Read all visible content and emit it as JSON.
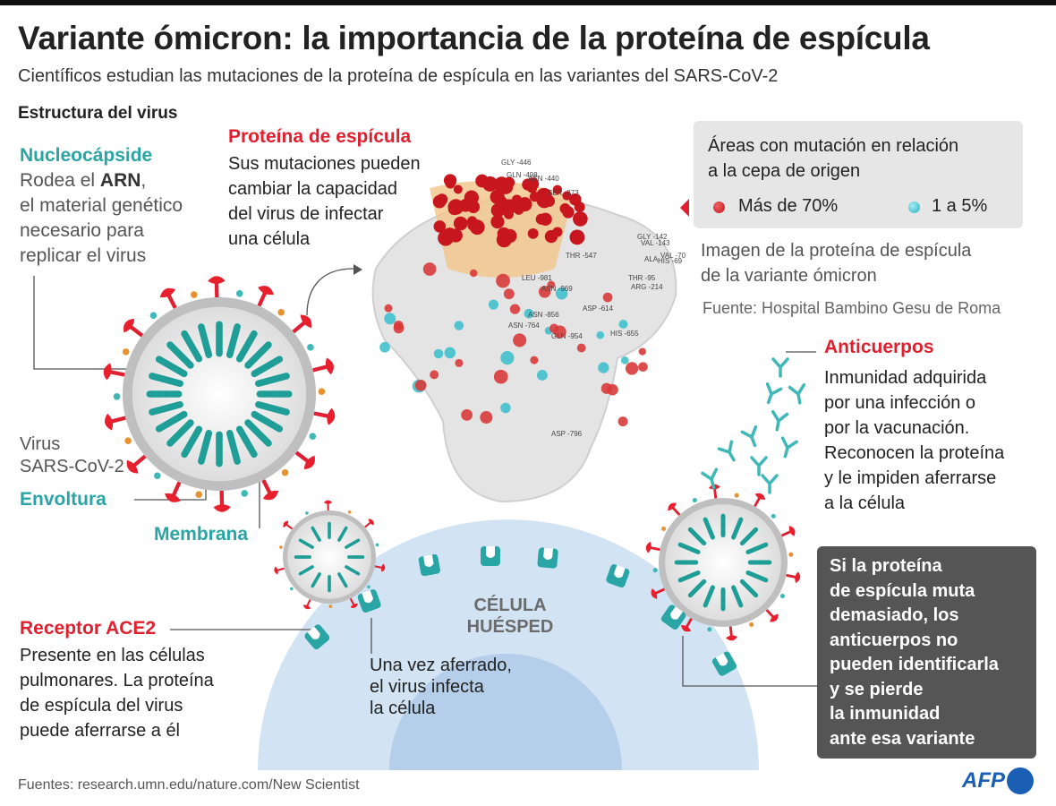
{
  "header": {
    "title": "Variante ómicron: la importancia de la proteína de espícula",
    "subtitle": "Científicos estudian las mutaciones de la proteína de espícula en las variantes del SARS-CoV-2",
    "section": "Estructura del virus"
  },
  "nucleocapside": {
    "title": "Nucleocápside",
    "lines": [
      "Rodea el ",
      "ARN",
      ",",
      "el material genético",
      "necesario para",
      "replicar el virus"
    ]
  },
  "spike": {
    "title": "Proteína de espícula",
    "lines": [
      "Sus mutaciones pueden",
      "cambiar la capacidad",
      "del virus de infectar",
      "una célula"
    ]
  },
  "legend": {
    "title_lines": [
      "Áreas con mutación en relación",
      "a la cepa de origen"
    ],
    "items": [
      {
        "label": "Más de 70%",
        "color": "#d0202a"
      },
      {
        "label": "1 a 5%",
        "color": "#3cc0d0"
      }
    ]
  },
  "image_caption": [
    "Imagen de la proteína de espícula",
    "de la variante ómicron"
  ],
  "image_source": "Fuente: Hospital Bambino Gesu de Roma",
  "protein_labels": [
    "GLY -446",
    "GLN -498",
    "ASN -440",
    "SER -373",
    "GLY -142",
    "VAL -143",
    "VAL -70",
    "ALA",
    "HIS -69",
    "THR -547",
    "THR -95",
    "ARG -214",
    "LEU -981",
    "ASN -969",
    "ASP -614",
    "ASN -856",
    "ASN -764",
    "GLN -954",
    "HIS -655",
    "ASP -796"
  ],
  "virus_label": [
    "Virus",
    "SARS-CoV-2"
  ],
  "envoltura": "Envoltura",
  "membrana": "Membrana",
  "antibodies": {
    "title": "Anticuerpos",
    "lines": [
      "Inmunidad adquirida",
      "por una infección o",
      "por la vacunación.",
      "Reconocen la proteína",
      "y le impiden aferrarse",
      "a la célula"
    ]
  },
  "cell_label": [
    "CÉLULA",
    "HUÉSPED"
  ],
  "receptor": {
    "title": "Receptor ACE2",
    "lines": [
      "Presente en las células",
      "pulmonares. La proteína",
      "de espícula del virus",
      "puede aferrarse a él"
    ]
  },
  "attached": [
    "Una vez aferrado,",
    "el virus infecta",
    "la célula"
  ],
  "warning": [
    "Si la proteína",
    "de espícula muta",
    "demasiado, los",
    "anticuerpos no",
    "pueden identificarla",
    "y se pierde",
    "la inmunidad",
    "ante esa variante"
  ],
  "footer": "Fuentes: research.umn.edu/nature.com/New Scientist",
  "logo": "AFP",
  "colors": {
    "teal": "#2aa5a5",
    "red": "#e0202e",
    "cell": "#cfe0f2",
    "afp": "#1a5fb4"
  }
}
